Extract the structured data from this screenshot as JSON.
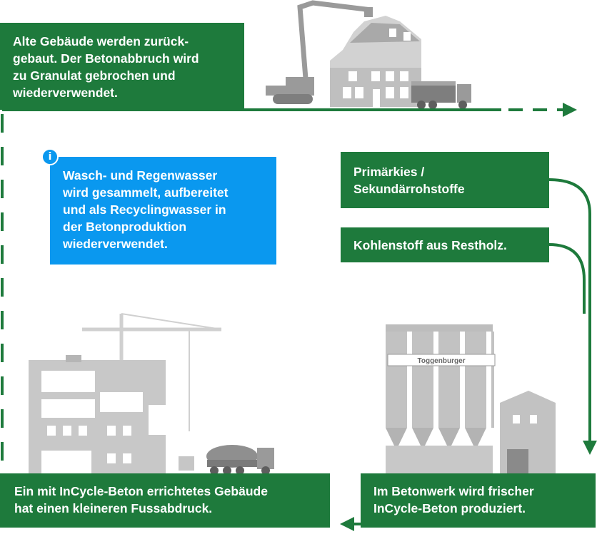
{
  "boxes": {
    "demolition": "Alte Gebäude werden zurück-\ngebaut. Der Betonabbruch wird\nzu Granulat gebrochen und\nwiederverwendet.",
    "water": "Wasch- und Regenwasser\nwird gesammelt, aufbereitet\nund als Recyclingwasser in\nder Betonproduktion\nwiederverwendet.",
    "gravel": "Primärkies /\nSekundärrohstoffe",
    "carbon": "Kohlenstoff aus Restholz.",
    "building": "Ein mit InCycle-Beton errichtetes Gebäude\nhat einen kleineren Fussabdruck.",
    "plant": "Im Betonwerk wird frischer\nInCycle-Beton produziert."
  },
  "info_badge": "i",
  "plant_sign": "Toggenburger",
  "colors": {
    "green": "#1e7a3c",
    "blue": "#0a98ef",
    "illustration": "#b8b8b8",
    "illustration_light": "#d6d6d6"
  },
  "icons": [
    "excavator-icon",
    "demolished-house-icon",
    "dump-truck-icon",
    "tower-crane-icon",
    "building-under-construction-icon",
    "concrete-mixer-truck-icon",
    "concrete-plant-silos-icon"
  ]
}
